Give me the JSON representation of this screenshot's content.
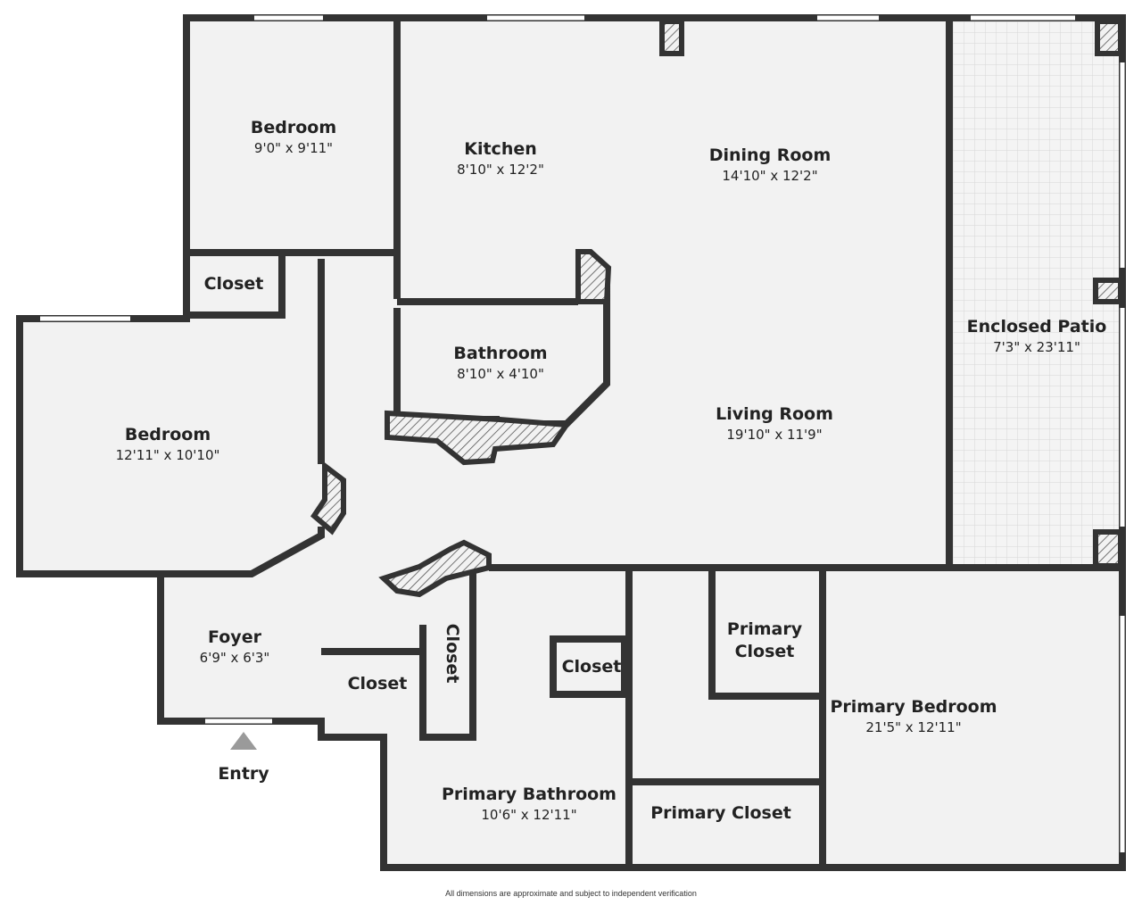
{
  "rooms": {
    "bedroom_top": {
      "name": "Bedroom",
      "dims": "9'0\" x 9'11\""
    },
    "kitchen": {
      "name": "Kitchen",
      "dims": "8'10\" x 12'2\""
    },
    "dining_room": {
      "name": "Dining Room",
      "dims": "14'10\" x 12'2\""
    },
    "enclosed_patio": {
      "name": "Enclosed Patio",
      "dims": "7'3\" x 23'11\""
    },
    "closet_top": {
      "name": "Closet"
    },
    "bathroom": {
      "name": "Bathroom",
      "dims": "8'10\" x 4'10\""
    },
    "bedroom_left": {
      "name": "Bedroom",
      "dims": "12'11\" x 10'10\""
    },
    "living_room": {
      "name": "Living Room",
      "dims": "19'10\" x 11'9\""
    },
    "foyer": {
      "name": "Foyer",
      "dims": "6'9\" x 6'3\""
    },
    "closet_foyer": {
      "name": "Closet"
    },
    "closet_vertical": {
      "name": "Closet"
    },
    "closet_bath": {
      "name": "Closet"
    },
    "primary_closet_upper": {
      "name_line1": "Primary",
      "name_line2": "Closet"
    },
    "primary_bedroom": {
      "name": "Primary Bedroom",
      "dims": "21'5\" x 12'11\""
    },
    "primary_bathroom": {
      "name": "Primary Bathroom",
      "dims": "10'6\" x 12'11\""
    },
    "primary_closet_lower": {
      "name": "Primary Closet"
    }
  },
  "entry_label": "Entry",
  "footer_note": "All dimensions are approximate and subject to independent verification",
  "colors": {
    "wall": "#333333",
    "floor": "#f2f2f2",
    "hatch": "#555555",
    "patio_grid": "#d6d6d6"
  }
}
